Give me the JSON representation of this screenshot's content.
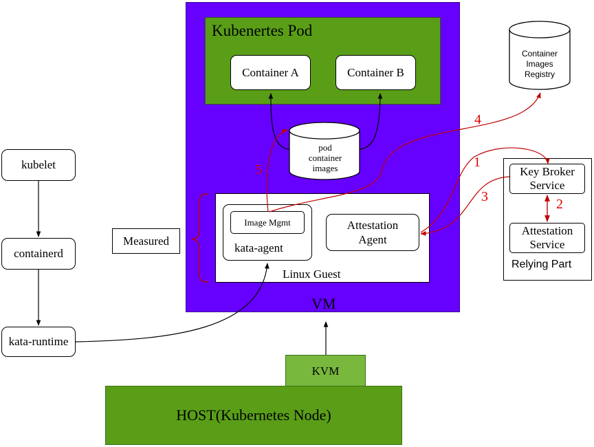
{
  "vm": {
    "label": "VM",
    "color": "#6600ff"
  },
  "pod": {
    "title": "Kubenertes Pod",
    "color": "#5a9e18",
    "container_a": "Container A",
    "container_b": "Container B"
  },
  "pod_images": {
    "lines": [
      "pod",
      "container",
      "images"
    ]
  },
  "registry": {
    "lines": [
      "Container",
      "Images",
      "Registry"
    ]
  },
  "linux_guest": {
    "label": "Linux Guest",
    "image_mgmt": "Image Mgmt",
    "kata_agent": "kata-agent",
    "attestation_agent": [
      "Attestation",
      "Agent"
    ]
  },
  "kvm": {
    "label": "KVM",
    "color": "#77b83d"
  },
  "host": {
    "label": "HOST(Kubernetes Node)",
    "color": "#5a9e18"
  },
  "left_stack": {
    "kubelet": "kubelet",
    "containerd": "containerd",
    "kata_runtime": "kata-runtime"
  },
  "measured": "Measured",
  "relying_party": {
    "label": "Relying Part",
    "key_broker": [
      "Key Broker",
      "Service"
    ],
    "attestation_service": [
      "Attestation",
      "Service"
    ]
  },
  "step_numbers": {
    "n1": "1",
    "n2": "2",
    "n3": "3",
    "n4": "4",
    "n5": "5"
  },
  "colors": {
    "flow_arrow": "#c00000",
    "step_label": "#e00000"
  }
}
